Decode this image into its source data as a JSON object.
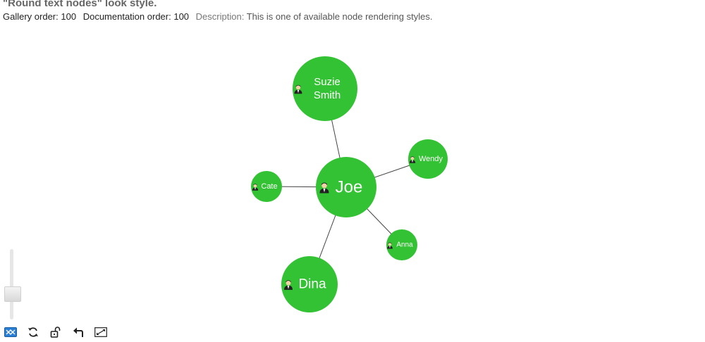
{
  "header": {
    "title": "\"Round text nodes\" look style.",
    "gallery_order_label": "Gallery order:",
    "gallery_order_value": "100",
    "documentation_order_label": "Documentation order:",
    "documentation_order_value": "100",
    "description_label": "Description:",
    "description_text": "This is one of available node rendering styles."
  },
  "colors": {
    "node_fill": "#33c233",
    "link": "#444444",
    "label": "#ffffff"
  },
  "graph": {
    "nodes": [
      {
        "id": "suzie",
        "lines": [
          "Suzie",
          "Smith"
        ]
      },
      {
        "id": "joe",
        "lines": [
          "Joe"
        ]
      },
      {
        "id": "wendy",
        "lines": [
          "Wendy"
        ]
      },
      {
        "id": "cate",
        "lines": [
          "Cate"
        ]
      },
      {
        "id": "anna",
        "lines": [
          "Anna"
        ]
      },
      {
        "id": "dina",
        "lines": [
          "Dina"
        ]
      }
    ],
    "links": [
      [
        "joe",
        "suzie"
      ],
      [
        "joe",
        "wendy"
      ],
      [
        "joe",
        "cate"
      ],
      [
        "joe",
        "anna"
      ],
      [
        "joe",
        "dina"
      ]
    ]
  },
  "controls": {
    "zoom_level": 0.5,
    "toolbar": [
      "mode-icon",
      "refresh-icon",
      "unlock-icon",
      "undo-icon",
      "fullscreen-icon"
    ]
  }
}
